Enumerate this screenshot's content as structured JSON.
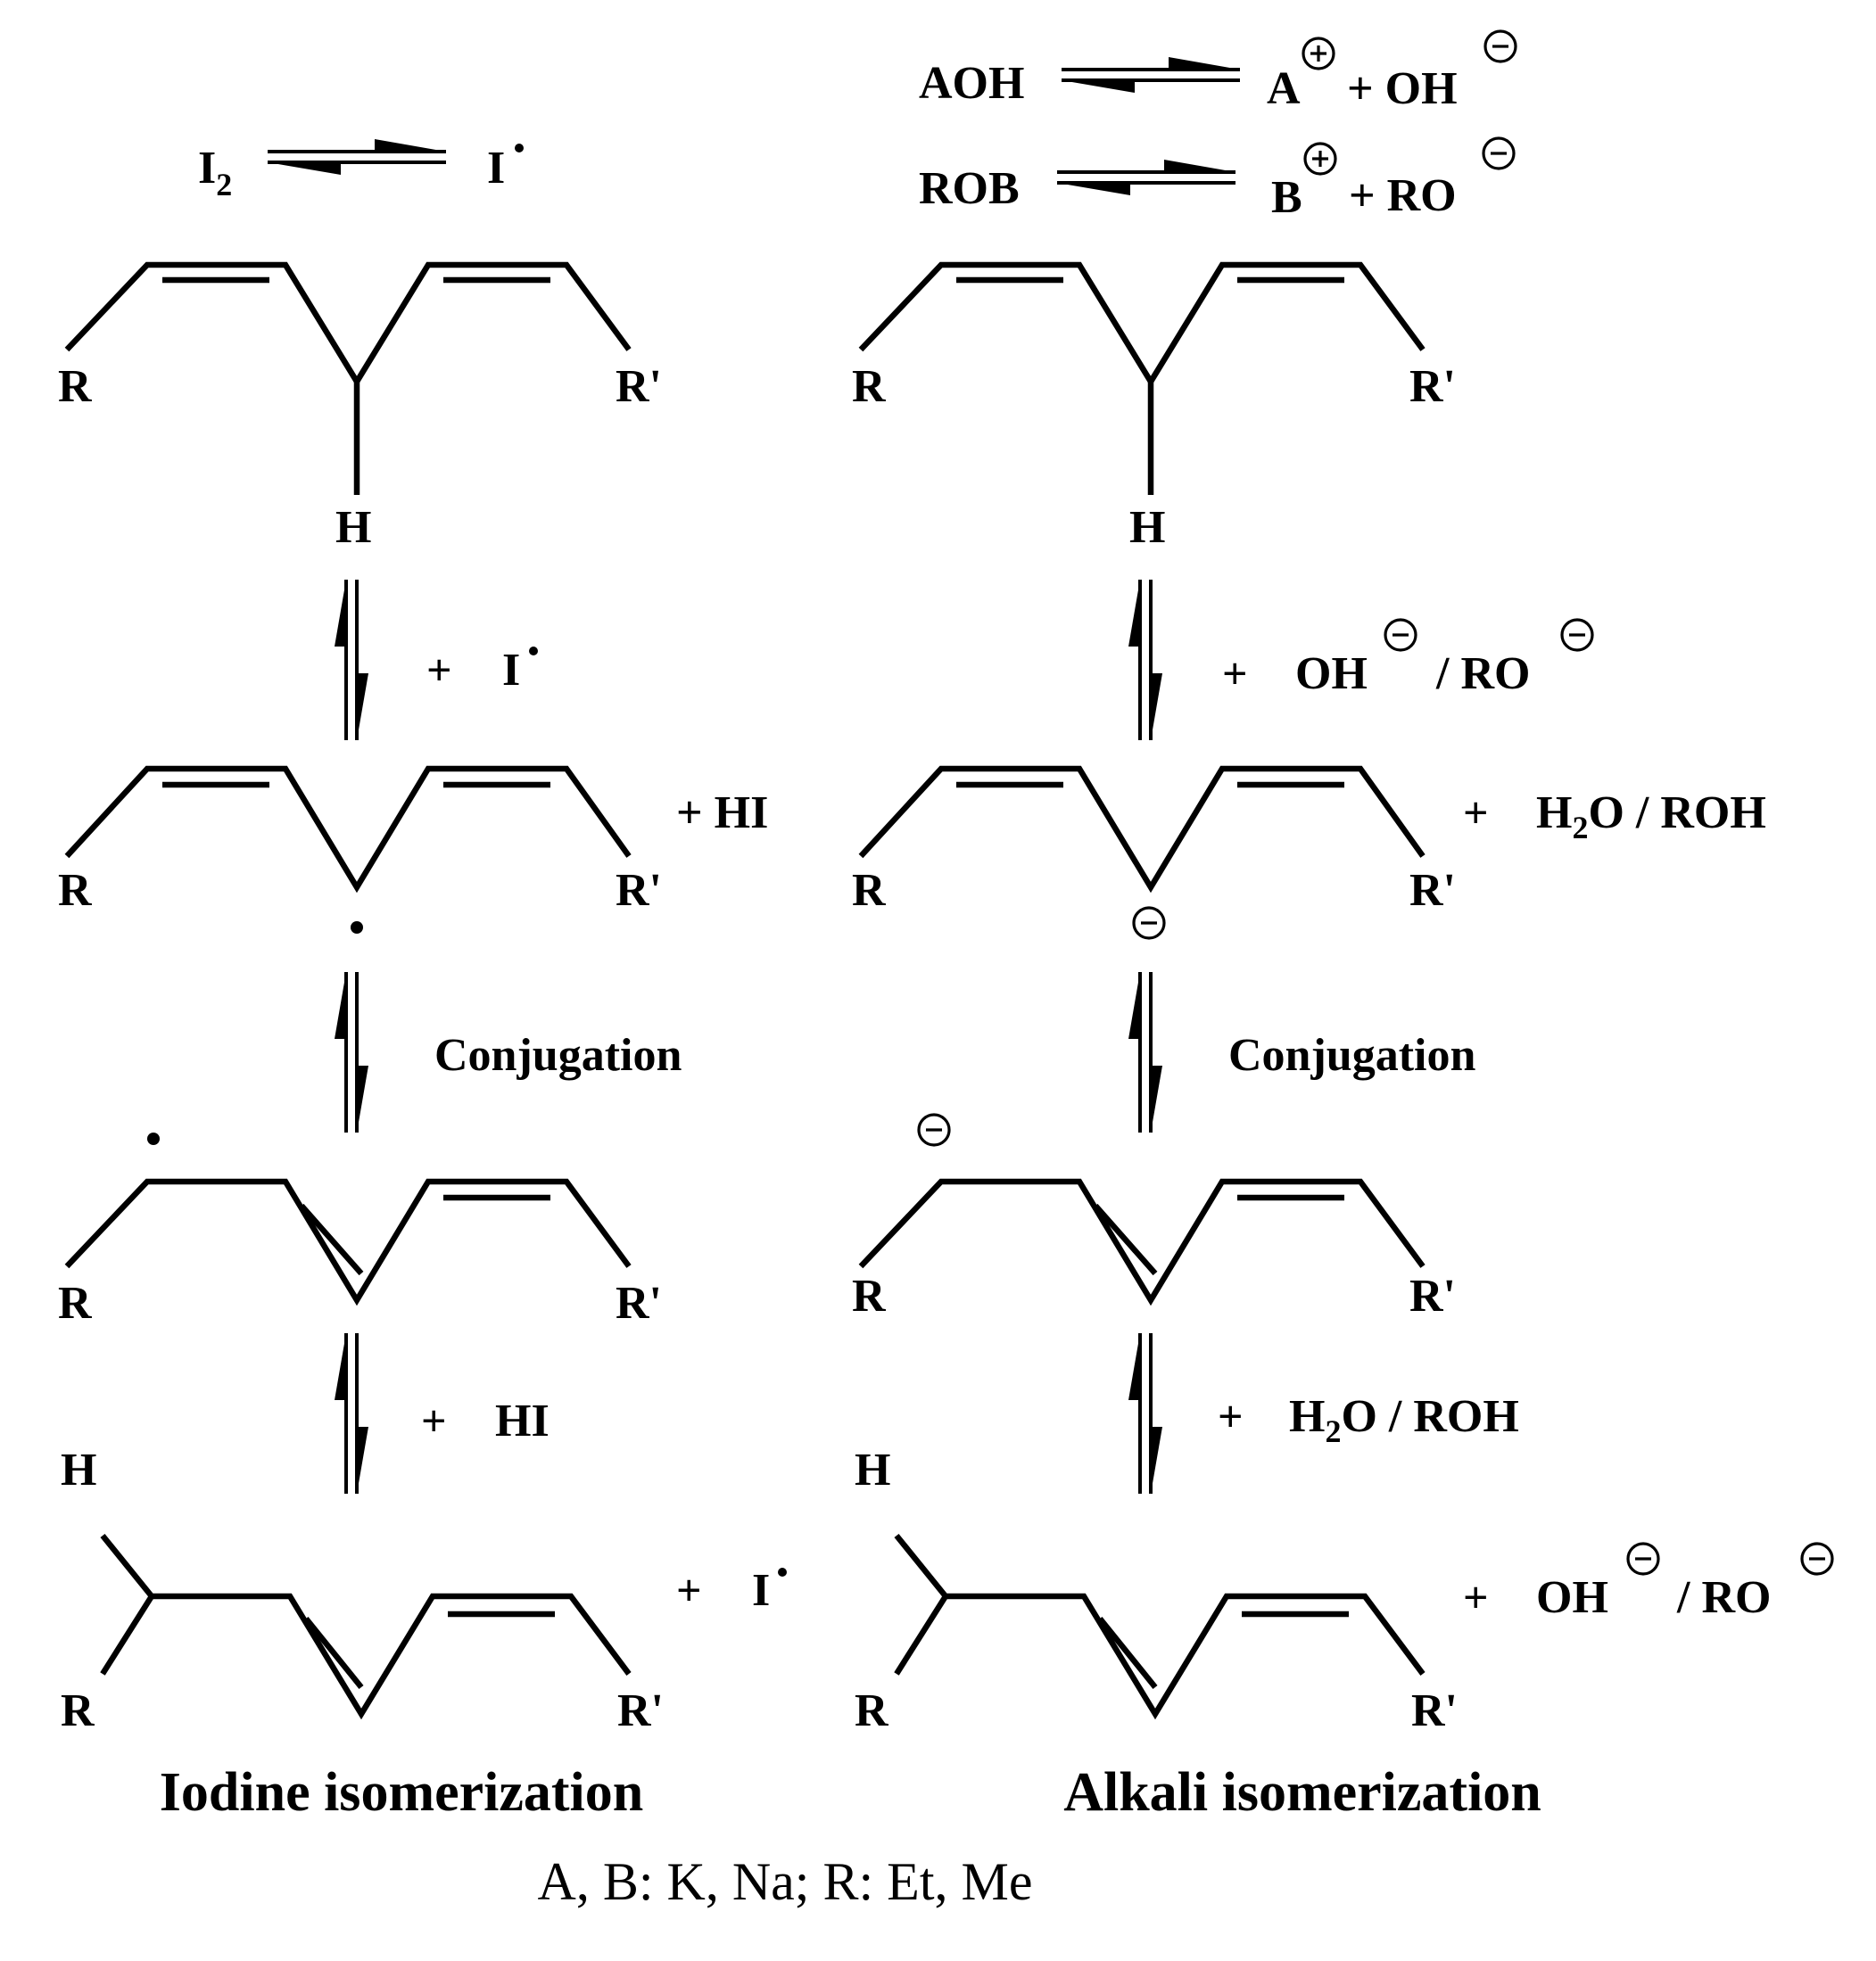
{
  "substituents": {
    "r": "R",
    "r_prime": "R'",
    "h": "H"
  },
  "iodine": {
    "title": "Iodine isomerization",
    "init_lhs": "I",
    "init_lhs_sub": "2",
    "init_rhs": "I",
    "step1_reagent_plus": "+",
    "step1_reagent": "I",
    "step1_product": "+ HI",
    "step2_label": "Conjugation",
    "step3_reagent_plus": "+",
    "step3_reagent": "HI",
    "step3_product_plus": "+",
    "step3_product": "I"
  },
  "alkali": {
    "title": "Alkali isomerization",
    "eq1_lhs": "AOH",
    "eq1_cation": "A",
    "eq1_mid": "+ OH",
    "eq2_lhs": "ROB",
    "eq2_cation": "B",
    "eq2_mid": "+ RO",
    "step1_plus": "+",
    "step1_oh": "OH",
    "step1_ro": "/ RO",
    "step1_prod_plus": "+",
    "step1_prod_h": "H",
    "step1_prod_sub": "2",
    "step1_prod_rest": "O / ROH",
    "step2_label": "Conjugation",
    "step3_plus": "+",
    "step3_h": "H",
    "step3_sub": "2",
    "step3_rest": "O / ROH",
    "step3_prod_plus": "+",
    "step3_prod_oh": "OH",
    "step3_prod_ro": "/ RO"
  },
  "footnote": "A, B: K, Na; R: Et, Me",
  "icons": [
    "equilibrium-arrow-icon",
    "radical-dot-icon",
    "negative-charge-icon",
    "positive-charge-icon"
  ]
}
